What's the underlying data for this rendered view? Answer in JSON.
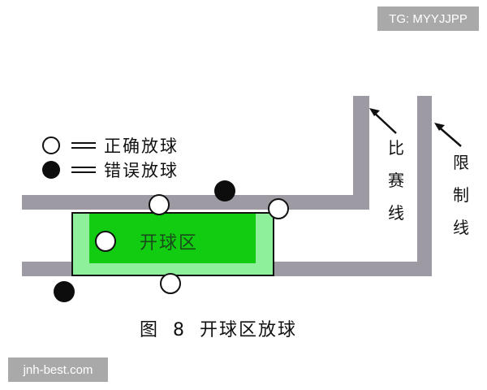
{
  "watermarks": {
    "top_right": "TG: MYYJJPP",
    "bottom_left": "jnh-best.com"
  },
  "legend": {
    "items": [
      {
        "symbol": "hollow-circle",
        "separator": "═",
        "label": "正确放球"
      },
      {
        "symbol": "filled-circle",
        "separator": "═",
        "label": "错误放球"
      }
    ]
  },
  "diagram": {
    "zone_label": "开球区",
    "match_line_label": "比赛线",
    "limit_line_label": "限制线",
    "colors": {
      "line": "#9e9aa4",
      "zone_outer": "#8ef09a",
      "zone_inner": "#11cc11",
      "zone_border": "#111111",
      "correct_ball": "#ffffff",
      "wrong_ball": "#0d0d0d"
    }
  },
  "caption": {
    "figure_label": "图",
    "figure_number": "8",
    "title": "开球区放球"
  }
}
